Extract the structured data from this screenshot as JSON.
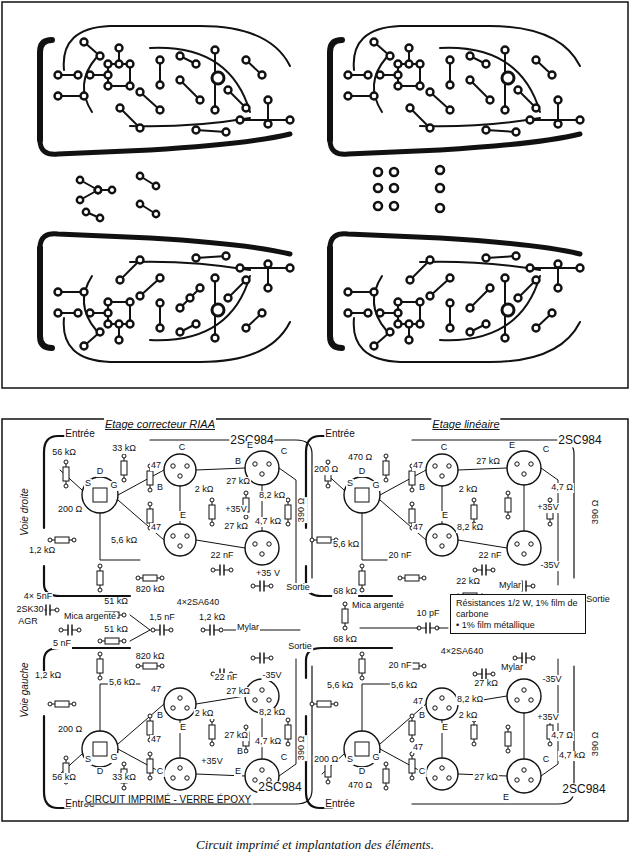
{
  "diagram": {
    "caption": "Circuit imprimé et implantation des éléments.",
    "nodes": [
      {
        "text": [
          "Résistances 1/2 W, 1% film de carbone",
          "• 1% film métallique"
        ]
      }
    ],
    "labels": [
      "Entrée",
      "Etage correcteur RIAA",
      "2SC984",
      "56 kΩ",
      "33 kΩ",
      "S",
      "D",
      "G",
      "200 Ω",
      "1,2 kΩ",
      "5,6 kΩ",
      "47",
      "47",
      "C",
      "B",
      "E",
      "2 kΩ",
      "27 kΩ",
      "B",
      "E",
      "C",
      "27 kΩ",
      "8,2 kΩ",
      "4,7 kΩ",
      "390 Ω",
      "+35V",
      "22 nF",
      "+35 V",
      "Sortie",
      "820 kΩ",
      "4×2SA640",
      "4× 5nF",
      "2SK30",
      "AGR",
      "Mica argenté",
      "51 kΩ",
      "1,5 nF",
      "1,2 kΩ",
      "Mylar",
      "51 kΩ",
      "5 nF",
      "Voie droite",
      "Voie gauche",
      "Sortie",
      "820 kΩ",
      "1,2 kΩ",
      "5,6 kΩ",
      "22 nF",
      "-35V",
      "47",
      "47",
      "27 kΩ",
      "2 kΩ",
      "8,2 kΩ",
      "200 Ω",
      "+35V",
      "27 kΩ",
      "4,7 kΩ",
      "390 Ω",
      "56 kΩ",
      "33 kΩ",
      "Entrée",
      "CIRCUIT IMPRIMÉ - VERRE ÉPOXY",
      "2SC984",
      "E",
      "C",
      "B",
      "S",
      "D",
      "G",
      "C",
      "B",
      "E",
      "Entrée",
      "Etage linéaire",
      "2SC984",
      "200 Ω",
      "470 Ω",
      "S",
      "D",
      "G",
      "47",
      "47",
      "C",
      "B",
      "E",
      "2 kΩ",
      "27 kΩ",
      "8,2 kΩ",
      "4,7 Ω",
      "390 Ω",
      "+35V",
      "C",
      "E",
      "22 nF",
      "-35V",
      "20 nF",
      "5,6 kΩ",
      "68 kΩ",
      "Mylar",
      "Sortie",
      "22 kΩ",
      "Mica argenté",
      "10 pF",
      "68 kΩ",
      "20 nF",
      "4×2SA640",
      "Mylar",
      "-35V",
      "27 kΩ",
      "5,6 kΩ",
      "5,6 kΩ",
      "47",
      "47",
      "2 kΩ",
      "8,2 kΩ",
      "4,7 Ω",
      "390 Ω",
      "+35V",
      "27 kΩ",
      "4,7 kΩ",
      "200 Ω",
      "470 Ω",
      "Entrée",
      "2SC984",
      "S",
      "D",
      "G",
      "C",
      "B",
      "E",
      "E",
      "C"
    ]
  }
}
